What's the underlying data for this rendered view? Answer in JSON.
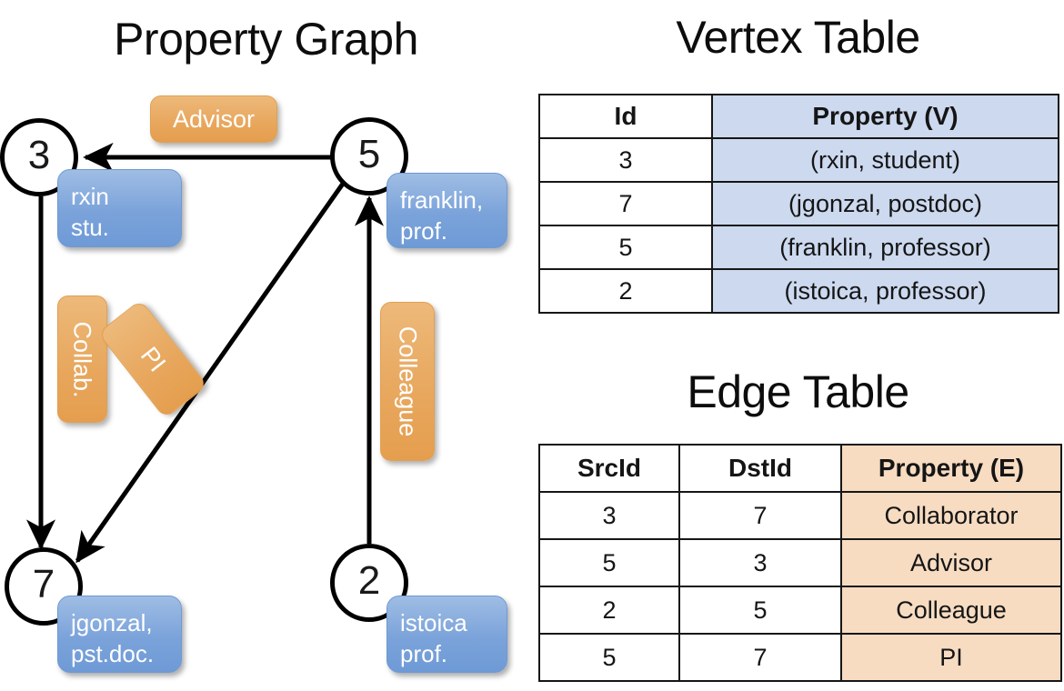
{
  "titles": {
    "property_graph": "Property Graph",
    "vertex_table": "Vertex Table",
    "edge_table": "Edge Table"
  },
  "graph": {
    "vertices": [
      {
        "id": "3",
        "label": "rxin\nstu.",
        "line1": "rxin",
        "line2": "stu."
      },
      {
        "id": "5",
        "label": "franklin, prof.",
        "line1": "franklin,",
        "line2": "prof."
      },
      {
        "id": "7",
        "label": "jgonzal, pst.doc.",
        "line1": "jgonzal,",
        "line2": "pst.doc."
      },
      {
        "id": "2",
        "label": "istoica prof.",
        "line1": "istoica",
        "line2": "prof."
      }
    ],
    "edge_labels": {
      "advisor": "Advisor",
      "collab": "Collab.",
      "pi": "PI",
      "colleague": "Colleague"
    },
    "edges": [
      {
        "from": "5",
        "to": "3",
        "label": "Advisor"
      },
      {
        "from": "3",
        "to": "7",
        "label": "Collab."
      },
      {
        "from": "5",
        "to": "7",
        "label": "PI"
      },
      {
        "from": "2",
        "to": "5",
        "label": "Colleague"
      }
    ]
  },
  "vertex_table": {
    "headers": [
      "Id",
      "Property (V)"
    ],
    "rows": [
      {
        "id": "3",
        "property": "(rxin, student)"
      },
      {
        "id": "7",
        "property": "(jgonzal, postdoc)"
      },
      {
        "id": "5",
        "property": "(franklin, professor)"
      },
      {
        "id": "2",
        "property": "(istoica, professor)"
      }
    ]
  },
  "edge_table": {
    "headers": [
      "SrcId",
      "DstId",
      "Property (E)"
    ],
    "rows": [
      {
        "src": "3",
        "dst": "7",
        "property": "Collaborator"
      },
      {
        "src": "5",
        "dst": "3",
        "property": "Advisor"
      },
      {
        "src": "2",
        "dst": "5",
        "property": "Colleague"
      },
      {
        "src": "5",
        "dst": "7",
        "property": "PI"
      }
    ]
  },
  "colors": {
    "vertex_box": "#7ba3da",
    "edge_box": "#e8a85f",
    "vertex_table_fill": "#ccd9ef",
    "edge_table_fill": "#f7dcc2",
    "stroke": "#000000"
  }
}
